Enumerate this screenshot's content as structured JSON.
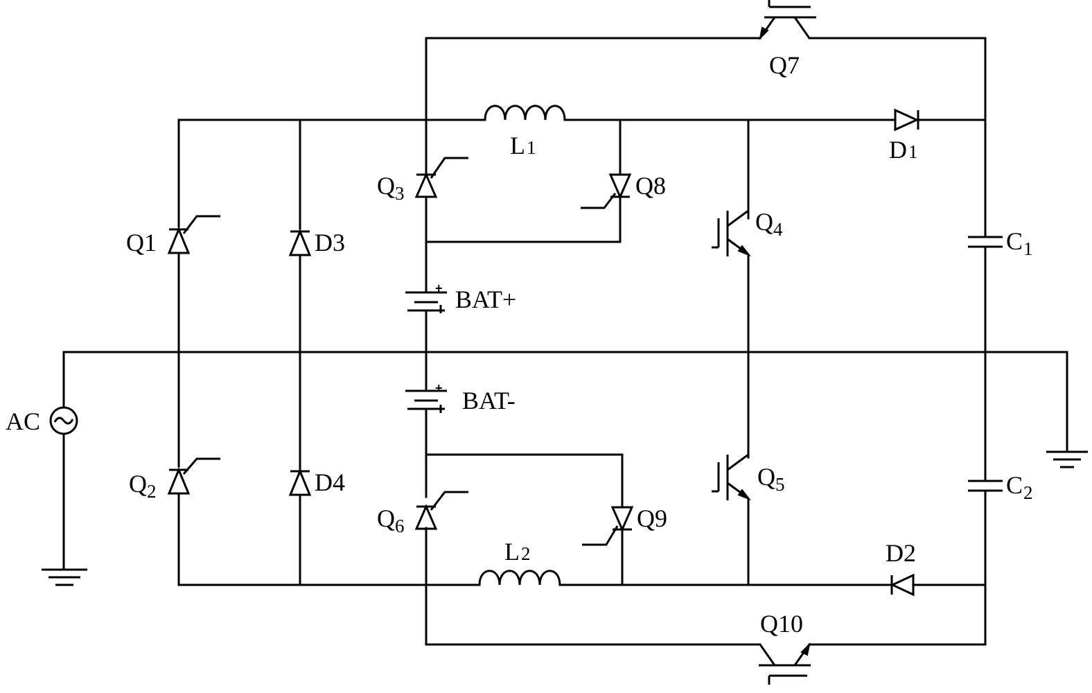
{
  "diagram": {
    "labels": {
      "ac": "AC",
      "q1": "Q1",
      "q2": "Q",
      "q2_sub": "2",
      "q3": "Q",
      "q3_sub": "3",
      "q4": "Q",
      "q4_sub": "4",
      "q5": "Q",
      "q5_sub": "5",
      "q6": "Q",
      "q6_sub": "6",
      "q7": "Q7",
      "q8": "Q8",
      "q9": "Q9",
      "q10": "Q10",
      "d1": "D",
      "d1_sub": "1",
      "d2": "D2",
      "d3": "D3",
      "d4": "D4",
      "l1": "L",
      "l1_sub": "1",
      "l2": "L",
      "l2_sub": "2",
      "c1": "C",
      "c1_sub": "1",
      "c2": "C",
      "c2_sub": "2",
      "bat_pos": "BAT+",
      "bat_neg": "BAT-",
      "plus": "+"
    }
  }
}
